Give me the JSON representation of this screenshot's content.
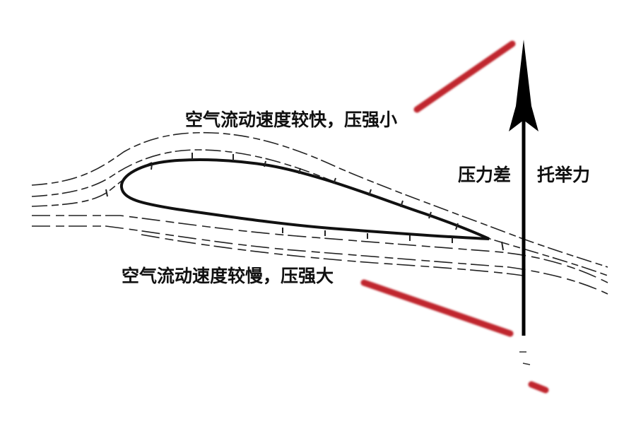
{
  "diagram": {
    "subject": "airfoil lift (Bernoulli principle)",
    "labels": {
      "top": "空气流动速度较快，压强小",
      "bottom": "空气流动速度较慢，压强大",
      "pressure_difference": "压力差",
      "lift": "托举力"
    },
    "elements": {
      "airfoil": "airfoil-cross-section",
      "streamlines_above": 3,
      "streamlines_below": 3,
      "lift_arrow_direction": "up"
    },
    "colors": {
      "ink": "#111111",
      "accent_stroke": "#c0282d",
      "background": "#ffffff"
    }
  }
}
